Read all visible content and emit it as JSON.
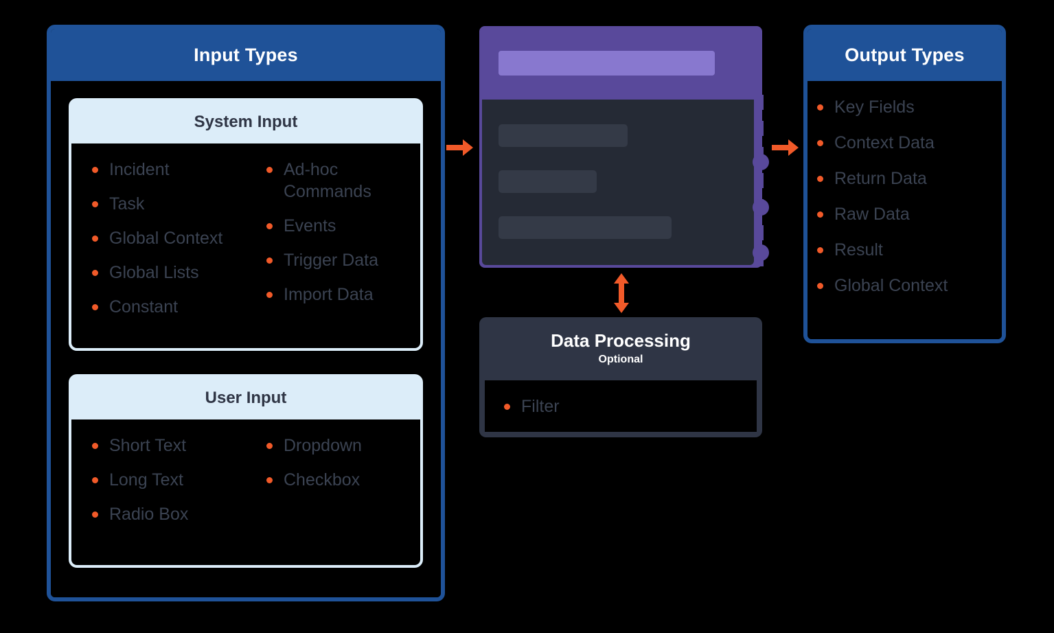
{
  "input_types": {
    "title": "Input Types",
    "system_input": {
      "title": "System Input",
      "column_left": [
        "Incident",
        "Task",
        "Global Context",
        "Global Lists",
        "Constant"
      ],
      "column_right": [
        "Ad-hoc Commands",
        "Events",
        "Trigger Data",
        "Import Data"
      ]
    },
    "user_input": {
      "title": "User Input",
      "column_left": [
        "Short Text",
        "Long Text",
        "Radio Box"
      ],
      "column_right": [
        "Dropdown",
        "Checkbox"
      ]
    }
  },
  "process_card": {
    "name": "integration-action-card"
  },
  "data_processing": {
    "title": "Data Processing",
    "subtitle": "Optional",
    "items": [
      "Filter"
    ]
  },
  "output_types": {
    "title": "Output Types",
    "items": [
      "Key Fields",
      "Context Data",
      "Return Data",
      "Raw Data",
      "Result",
      "Global Context"
    ]
  },
  "colors": {
    "brand_blue": "#1f5298",
    "light_blue": "#dcedf9",
    "accent_orange": "#f15a29",
    "purple": "#59499b",
    "purple_light": "#8878cf",
    "slate": "#2f3545",
    "dark_body": "#252a35",
    "stub_grey": "#343a47",
    "list_text": "#3b4352"
  }
}
